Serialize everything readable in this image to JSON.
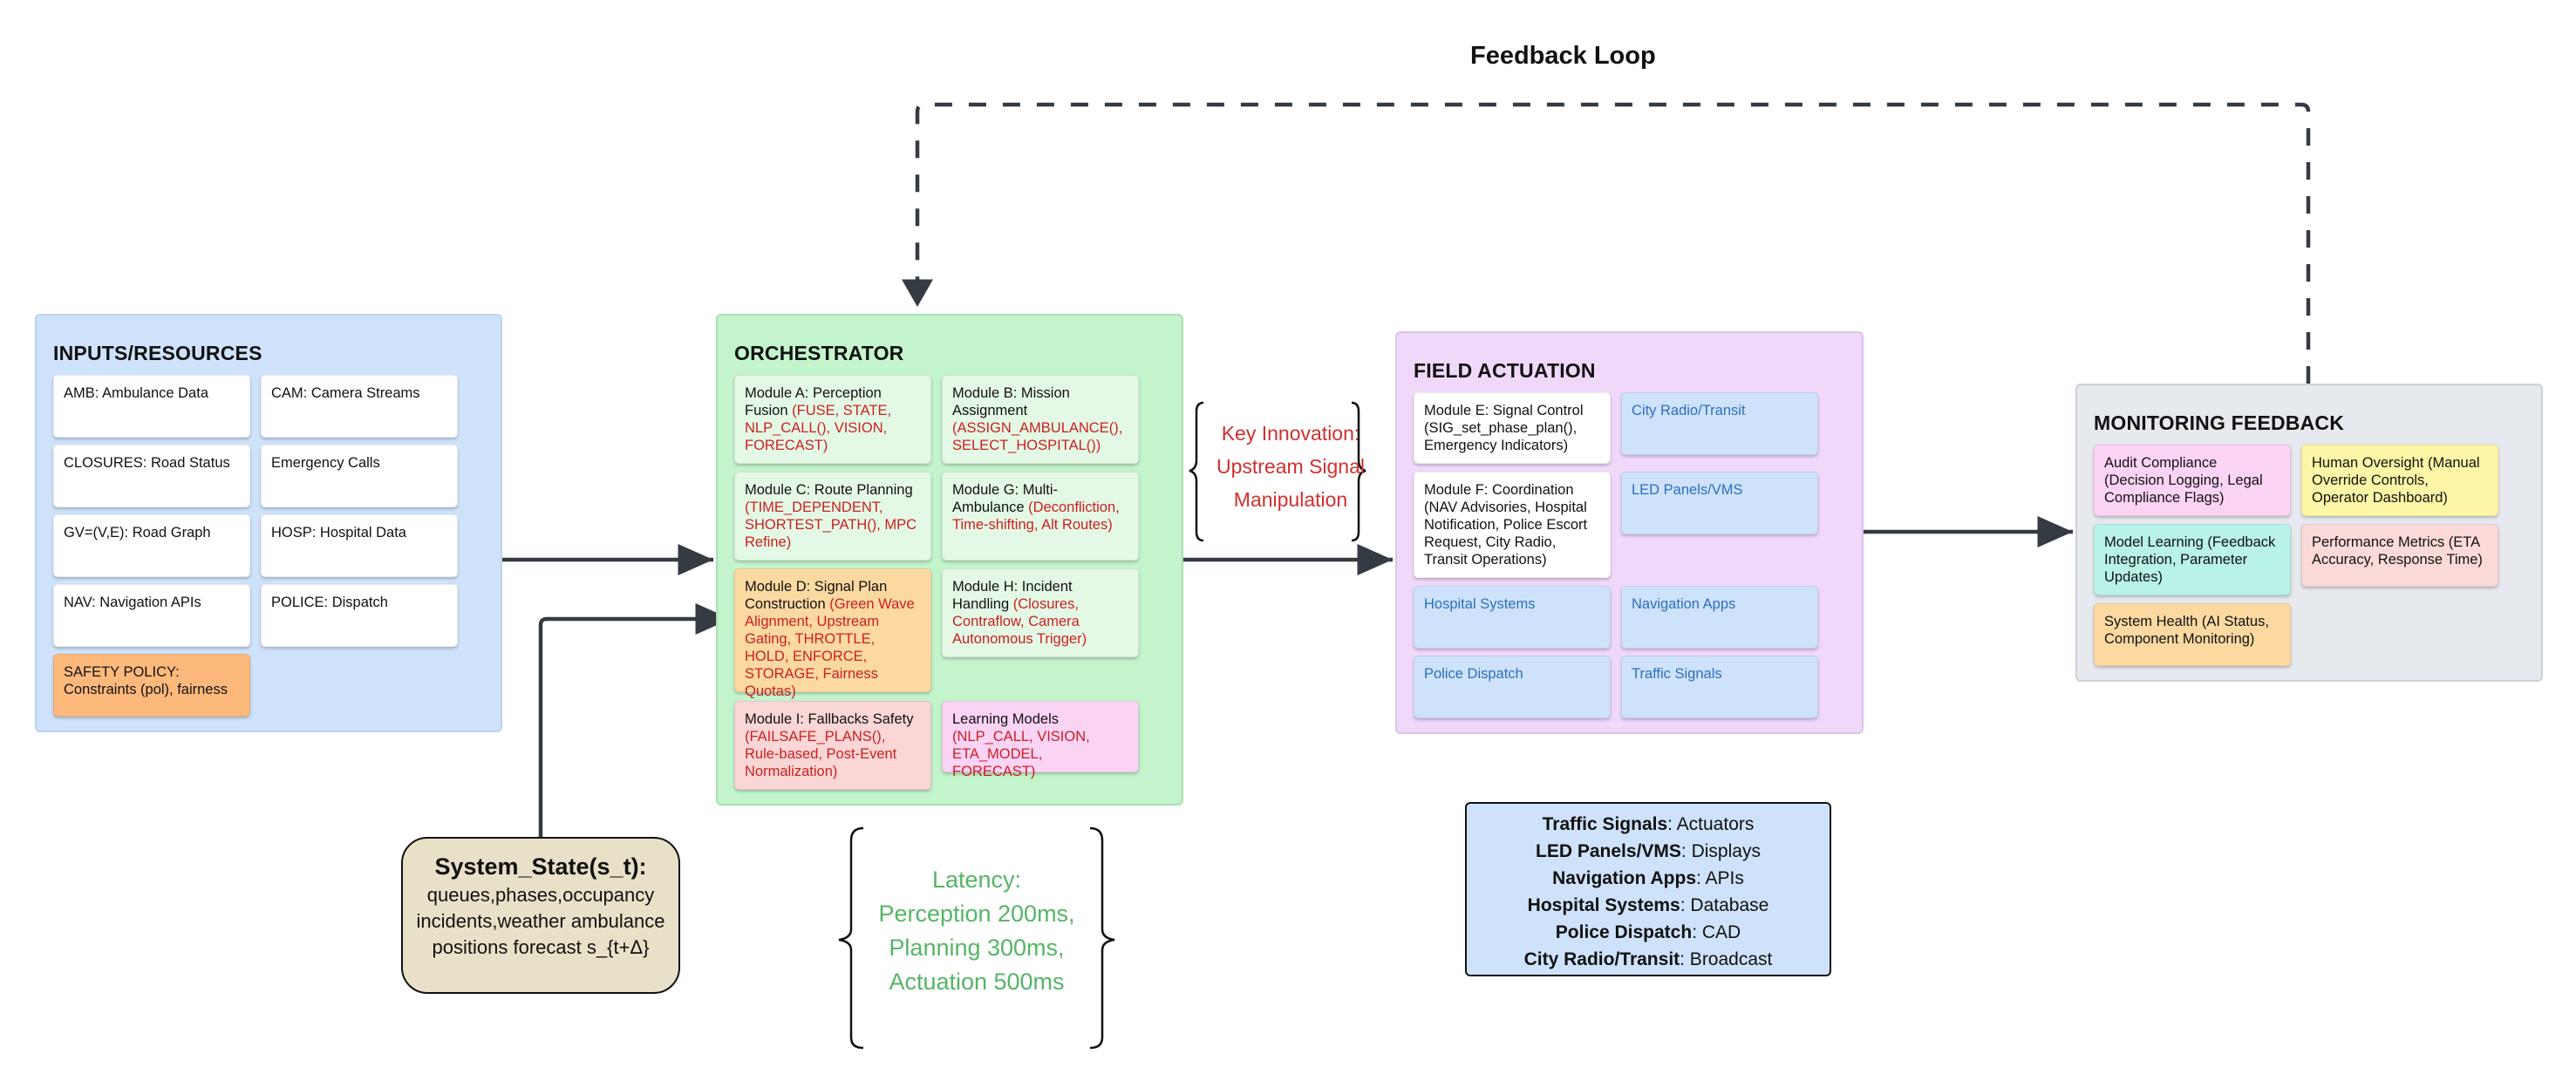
{
  "feedback_loop_label": "Feedback Loop",
  "colors": {
    "inputs_bg": "#cfe2fb",
    "orchestrator_bg": "#c3f4cc",
    "field_bg": "#f0d8fb",
    "monitoring_bg": "#e6e9ed",
    "connector": "#353a43",
    "highlight_red": "#cc1f1f",
    "latency_green": "#55b566",
    "device_blue": "#2a6fbf"
  },
  "inputs": {
    "title": "INPUTS/RESOURCES",
    "items": [
      {
        "label": "AMB: Ambulance Data"
      },
      {
        "label": "CAM: Camera Streams"
      },
      {
        "label": "CLOSURES: Road Status"
      },
      {
        "label": "Emergency Calls"
      },
      {
        "label": "GV=(V,E): Road Graph"
      },
      {
        "label": "HOSP: Hospital Data"
      },
      {
        "label": "NAV: Navigation APIs"
      },
      {
        "label": "POLICE: Dispatch"
      },
      {
        "label": "SAFETY POLICY: Constraints (pol), fairness"
      }
    ]
  },
  "orchestrator": {
    "title": "ORCHESTRATOR",
    "modules": [
      {
        "name": "Module A: Perception Fusion",
        "detail": "(FUSE, STATE, NLP_CALL(), VISION, FORECAST)"
      },
      {
        "name": "Module B: Mission Assignment",
        "detail": "(ASSIGN_AMBULANCE(), SELECT_HOSPITAL())"
      },
      {
        "name": "Module C: Route Planning",
        "detail": "(TIME_DEPENDENT, SHORTEST_PATH(), MPC Refine)"
      },
      {
        "name": "Module G: Multi-Ambulance",
        "detail": "(Deconfliction, Time-shifting, Alt Routes)"
      },
      {
        "name": "Module D: Signal Plan Construction",
        "detail": "(Green Wave Alignment, Upstream Gating, THROTTLE, HOLD, ENFORCE, STORAGE, Fairness Quotas)"
      },
      {
        "name": "Module H: Incident Handling",
        "detail": "(Closures, Contraflow, Camera Autonomous Trigger)"
      },
      {
        "name": "Module I: Fallbacks Safety",
        "detail": "(FAILSAFE_PLANS(), Rule-based, Post-Event Normalization)"
      },
      {
        "name": "Learning Models",
        "detail": "(NLP_CALL, VISION, ETA_MODEL, FORECAST)"
      }
    ]
  },
  "key_innovation": {
    "line1": "Key Innovation:",
    "line2": "Upstream Signal",
    "line3": "Manipulation"
  },
  "field_actuation": {
    "title": "FIELD ACTUATION",
    "items": [
      {
        "label": "Module E: Signal Control (SIG_set_phase_plan(), Emergency Indicators)"
      },
      {
        "label": "City Radio/Transit"
      },
      {
        "label": "Module F: Coordination (NAV Advisories, Hospital Notification, Police Escort Request, City Radio, Transit Operations)"
      },
      {
        "label": "LED Panels/VMS"
      },
      {
        "label": "Hospital Systems"
      },
      {
        "label": "Navigation Apps"
      },
      {
        "label": "Police Dispatch"
      },
      {
        "label": "Traffic Signals"
      }
    ]
  },
  "monitoring": {
    "title": "MONITORING FEEDBACK",
    "items": [
      {
        "label": "Audit Compliance (Decision Logging, Legal Compliance Flags)"
      },
      {
        "label": "Human Oversight (Manual Override Controls, Operator Dashboard)"
      },
      {
        "label": "Model Learning (Feedback Integration, Parameter Updates)"
      },
      {
        "label": "Performance Metrics (ETA Accuracy, Response Time)"
      },
      {
        "label": "System Health (AI Status, Component Monitoring)"
      }
    ]
  },
  "system_state": {
    "title": "System_State(s_t):",
    "line1": "queues,phases,occupancy",
    "line2": "incidents,weather ambulance",
    "line3": "positions forecast s_{t+Δ}"
  },
  "latency": {
    "line1": "Latency:",
    "line2": "Perception 200ms,",
    "line3": "Planning 300ms,",
    "line4": "Actuation 500ms"
  },
  "device_legend": [
    {
      "device": "Traffic Signals",
      "type": ": Actuators"
    },
    {
      "device": "LED Panels/VMS",
      "type": ": Displays"
    },
    {
      "device": "Navigation Apps",
      "type": ": APIs"
    },
    {
      "device": "Hospital Systems",
      "type": ": Database"
    },
    {
      "device": "Police Dispatch",
      "type": ": CAD"
    },
    {
      "device": "City Radio/Transit",
      "type": ": Broadcast"
    }
  ]
}
